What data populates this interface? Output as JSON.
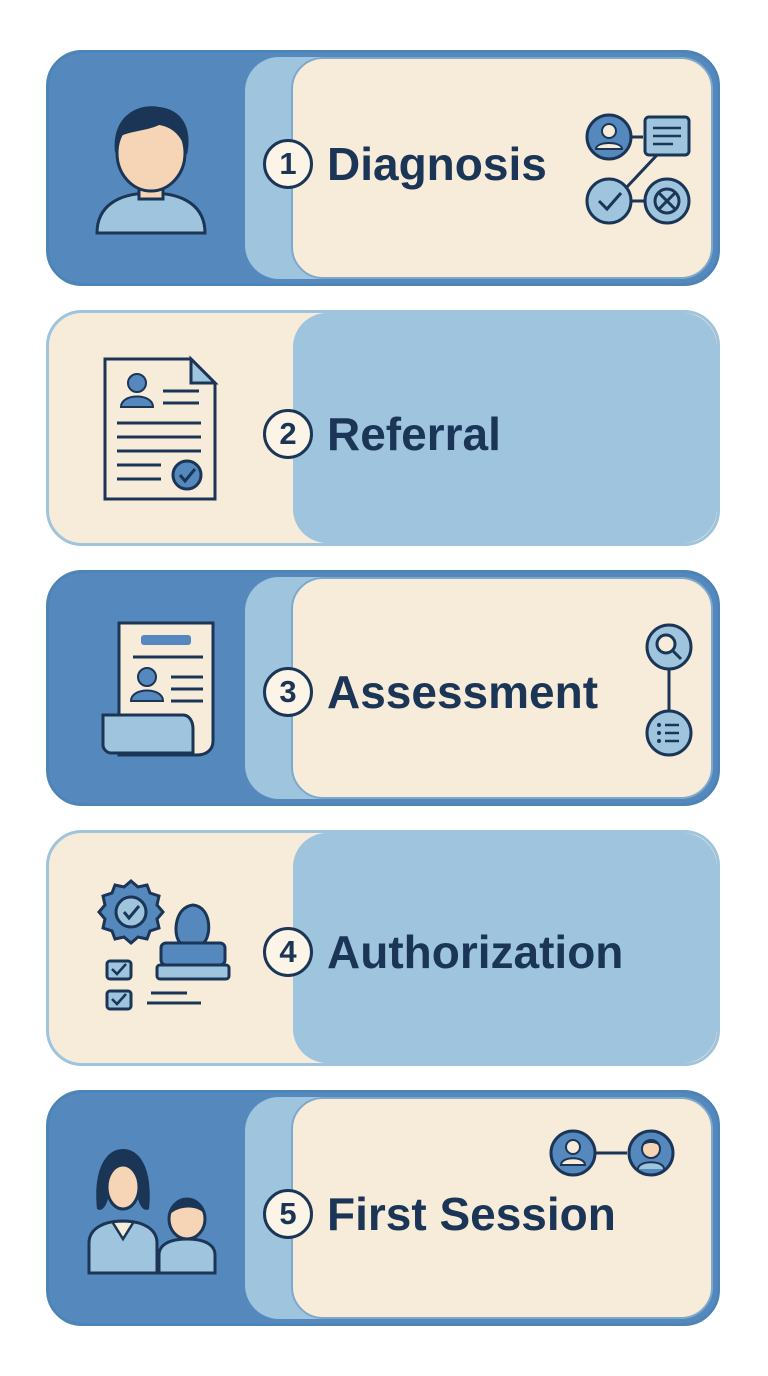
{
  "steps": [
    {
      "number": "1",
      "label": "Diagnosis",
      "icon": "child-avatar-icon",
      "deco": "decision-flow-icon"
    },
    {
      "number": "2",
      "label": "Referral",
      "icon": "referral-document-icon"
    },
    {
      "number": "3",
      "label": "Assessment",
      "icon": "assessment-form-icon",
      "deco": "search-list-connector-icon"
    },
    {
      "number": "4",
      "label": "Authorization",
      "icon": "approval-stamp-icon"
    },
    {
      "number": "5",
      "label": "First Session",
      "icon": "therapist-and-child-icon",
      "deco": "two-people-connection-icon"
    }
  ],
  "colors": {
    "dark_blue": "#5589bd",
    "light_blue": "#9ec4de",
    "cream": "#f6ecd9",
    "navy_text": "#1b3556"
  }
}
